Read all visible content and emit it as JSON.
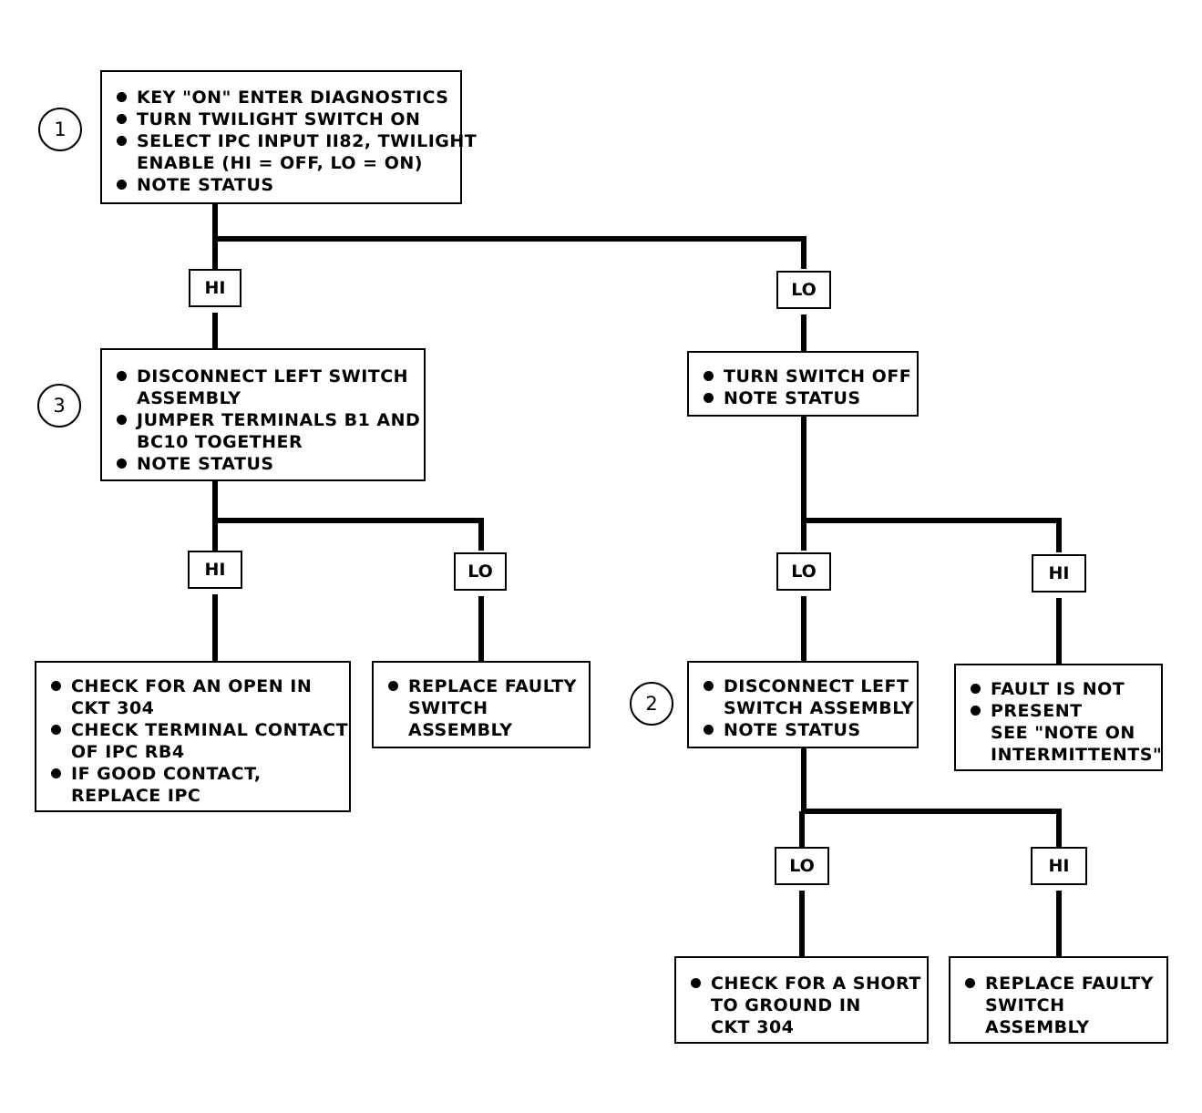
{
  "steps": {
    "step1": {
      "number": "1",
      "lines": [
        {
          "text": "KEY \"ON\" ENTER DIAGNOSTICS",
          "bullet": true
        },
        {
          "text": "TURN TWILIGHT SWITCH ON",
          "bullet": true
        },
        {
          "text": "SELECT IPC INPUT II82, TWILIGHT",
          "bullet": true
        },
        {
          "text": "ENABLE (HI = OFF, LO = ON)",
          "bullet": false
        },
        {
          "text": "NOTE STATUS",
          "bullet": true
        }
      ]
    },
    "step3": {
      "number": "3",
      "lines": [
        {
          "text": "DISCONNECT LEFT SWITCH",
          "bullet": true
        },
        {
          "text": "ASSEMBLY",
          "bullet": false
        },
        {
          "text": "JUMPER TERMINALS B1 AND",
          "bullet": true
        },
        {
          "text": "BC10 TOGETHER",
          "bullet": false
        },
        {
          "text": "NOTE STATUS",
          "bullet": true
        }
      ]
    },
    "turn_off": {
      "lines": [
        {
          "text": "TURN SWITCH OFF",
          "bullet": true
        },
        {
          "text": "NOTE STATUS",
          "bullet": true
        }
      ]
    },
    "step2": {
      "number": "2",
      "lines": [
        {
          "text": "DISCONNECT LEFT",
          "bullet": true
        },
        {
          "text": "SWITCH ASSEMBLY",
          "bullet": false
        },
        {
          "text": "NOTE STATUS",
          "bullet": true
        }
      ]
    },
    "check_open": {
      "lines": [
        {
          "text": "CHECK FOR AN OPEN IN",
          "bullet": true
        },
        {
          "text": "CKT 304",
          "bullet": false
        },
        {
          "text": "CHECK TERMINAL CONTACT",
          "bullet": true
        },
        {
          "text": "OF IPC RB4",
          "bullet": false
        },
        {
          "text": "IF GOOD CONTACT,",
          "bullet": true
        },
        {
          "text": "REPLACE IPC",
          "bullet": false
        }
      ]
    },
    "replace_left": {
      "lines": [
        {
          "text": "REPLACE FAULTY",
          "bullet": true
        },
        {
          "text": "SWITCH",
          "bullet": false
        },
        {
          "text": "ASSEMBLY",
          "bullet": false
        }
      ]
    },
    "fault_not_present": {
      "lines": [
        {
          "text": "FAULT IS NOT",
          "bullet": true
        },
        {
          "text": "PRESENT",
          "bullet": true
        },
        {
          "text": "SEE \"NOTE ON",
          "bullet": false
        },
        {
          "text": "INTERMITTENTS\"",
          "bullet": false
        }
      ]
    },
    "check_short": {
      "lines": [
        {
          "text": "CHECK FOR A SHORT",
          "bullet": true
        },
        {
          "text": "TO GROUND IN",
          "bullet": false
        },
        {
          "text": "CKT 304",
          "bullet": false
        }
      ]
    },
    "replace_right": {
      "lines": [
        {
          "text": "REPLACE FAULTY",
          "bullet": true
        },
        {
          "text": "SWITCH",
          "bullet": false
        },
        {
          "text": "ASSEMBLY",
          "bullet": false
        }
      ]
    }
  },
  "tags": {
    "t1_hi": "HI",
    "t1_lo": "LO",
    "t3_hi": "HI",
    "t3_lo": "LO",
    "toff_lo": "LO",
    "toff_hi": "HI",
    "t2_lo": "LO",
    "t2_hi": "HI"
  }
}
